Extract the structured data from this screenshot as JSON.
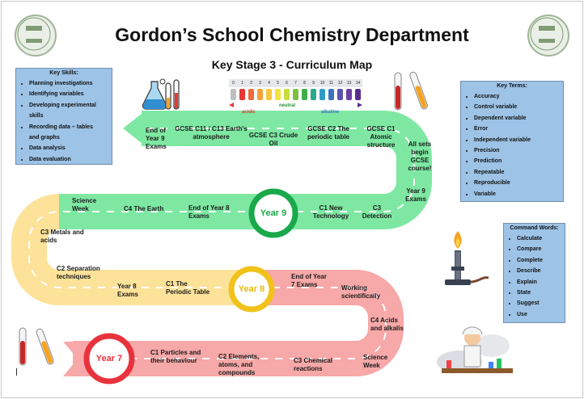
{
  "title": "Gordon’s School Chemistry Department",
  "subtitle": "Key Stage 3 - Curriculum Map",
  "key_skills": {
    "heading": "Key Skills:",
    "items": [
      "Planning investigations",
      "Identifying variables",
      "Developing experimental",
      "skills",
      "Recording data – tables",
      "and graphs",
      "Data analysis",
      "Data evaluation"
    ]
  },
  "key_terms": {
    "heading": "Key Terms:",
    "items": [
      "Accuracy",
      "Control variable",
      "Dependent variable",
      "Error",
      "Independent variable",
      "Precision",
      "Prediction",
      "Repeatable",
      "Reproducible",
      "Variable"
    ]
  },
  "command_words": {
    "heading": "Command Words:",
    "items": [
      "Calculate",
      "Compare",
      "Complete",
      "Describe",
      "Explain",
      "State",
      "Suggest",
      "Use"
    ]
  },
  "ph_scale": {
    "numbers": [
      "0",
      "1",
      "2",
      "3",
      "4",
      "5",
      "6",
      "7",
      "8",
      "9",
      "10",
      "11",
      "12",
      "13",
      "14"
    ],
    "colors": [
      "#c0c0c0",
      "#e53935",
      "#ef6c3a",
      "#f4a23a",
      "#f7c63c",
      "#f3e43c",
      "#c8dc3c",
      "#7cc142",
      "#3fae49",
      "#2aa88a",
      "#2e9bc6",
      "#3a73c2",
      "#5852b0",
      "#6d3fa3",
      "#5a2d8c"
    ],
    "acidic": "acidic",
    "neutral": "neutral",
    "alkaline": "alkaline"
  },
  "road": {
    "year7": "Year 7",
    "year8": "Year 8",
    "year9": "Year 9",
    "gcse_begin": "All sets begin GCSE course!",
    "labels": {
      "end_y9": "End of Year 9 Exams",
      "gcse_c11": "GCSE C11 / C13 Earth's atmosphere",
      "gcse_c3": "GCSE C3 Crude Oil",
      "gcse_c2": "GCSE C2 The periodic table",
      "gcse_c1": "GCSE C1 Atomic structure",
      "y9_exams": "Year 9 Exams",
      "c3_detection": "C3 Detection",
      "c1_newtech": "C1 New Technology",
      "end_y8": "End of Year 8 Exams",
      "c4_earth": "C4 The Earth",
      "science_week_2": "Science Week",
      "c3_metals": "C3 Metals and acids",
      "c2_separation": "C2 Separation techniques",
      "y8_exams": "Year 8 Exams",
      "c1_periodic": "C1 The Periodic Table",
      "end_y7": "End of Year 7 Exams",
      "working_sci": "Working scientifically",
      "c4_acids": "C4 Acids and alkalis",
      "science_week_1": "Science Week",
      "c3_chem": "C3 Chemical reactions",
      "c2_elements": "C2 Elements, atoms, and compounds",
      "c1_particles": "C1 Particles and their behaviour"
    }
  },
  "colors": {
    "green_road": "#7ee8a3",
    "yellow_road": "#fde29a",
    "pink_road": "#f7a8a8",
    "green_ring": "#19a84a",
    "yellow_ring": "#f0c21a",
    "red_ring": "#e8323c",
    "box_blue": "#9dc3e6"
  }
}
